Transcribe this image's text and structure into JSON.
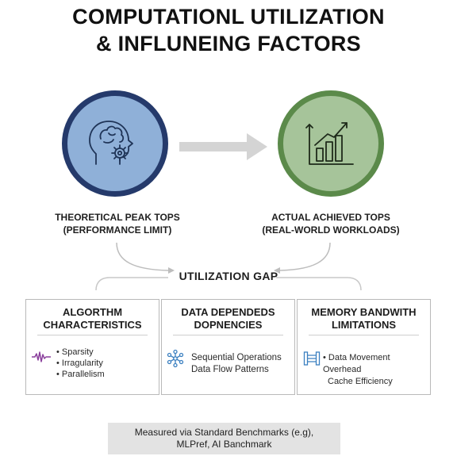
{
  "title": {
    "line1": "COMPUTATIONL UTILIZATION",
    "line2": "& INFLUNEING FACTORS"
  },
  "nodes": {
    "theoretical": {
      "line1": "THEORETICAL PEAK TOPS",
      "line2": "(PERFORMANCE LIMIT)",
      "icon": "brain-gear-icon",
      "ring_color": "#253a6b",
      "fill_color": "#8fb0d8"
    },
    "actual": {
      "line1": "ACTUAL ACHIEVED TOPS",
      "line2": "(REAL-WORLD WORKLOADS)",
      "icon": "bar-chart-up-icon",
      "ring_color": "#5b8a4a",
      "fill_color": "#a6c49a"
    }
  },
  "gap_label": "UTILIZATION GAP",
  "factors": [
    {
      "title_line1": "ALGORTHM",
      "title_line2": "CHARACTERISTICS",
      "icon": "waveform-icon",
      "icon_color": "#8a3f9c",
      "items": [
        "• Sparsity",
        "• Irragularity",
        "• Parallelism"
      ]
    },
    {
      "title_line1": "DATA DEPENDEDS",
      "title_line2": "DOPNENCIES",
      "icon": "network-nodes-icon",
      "icon_color": "#3a7fc0",
      "items": [
        "Sequential Operations",
        "Data Flow Patterns"
      ]
    },
    {
      "title_line1": "MEMORY BANDWITH",
      "title_line2": "LIMITATIONS",
      "icon": "memory-bus-icon",
      "icon_color": "#3a7fc0",
      "items": [
        "• Data Movement Overhead",
        "Cache Efficiency"
      ]
    }
  ],
  "footer": {
    "line1": "Measured via Standard Benchmarks (e.g),",
    "line2": "MLPref, AI Banchmark"
  }
}
